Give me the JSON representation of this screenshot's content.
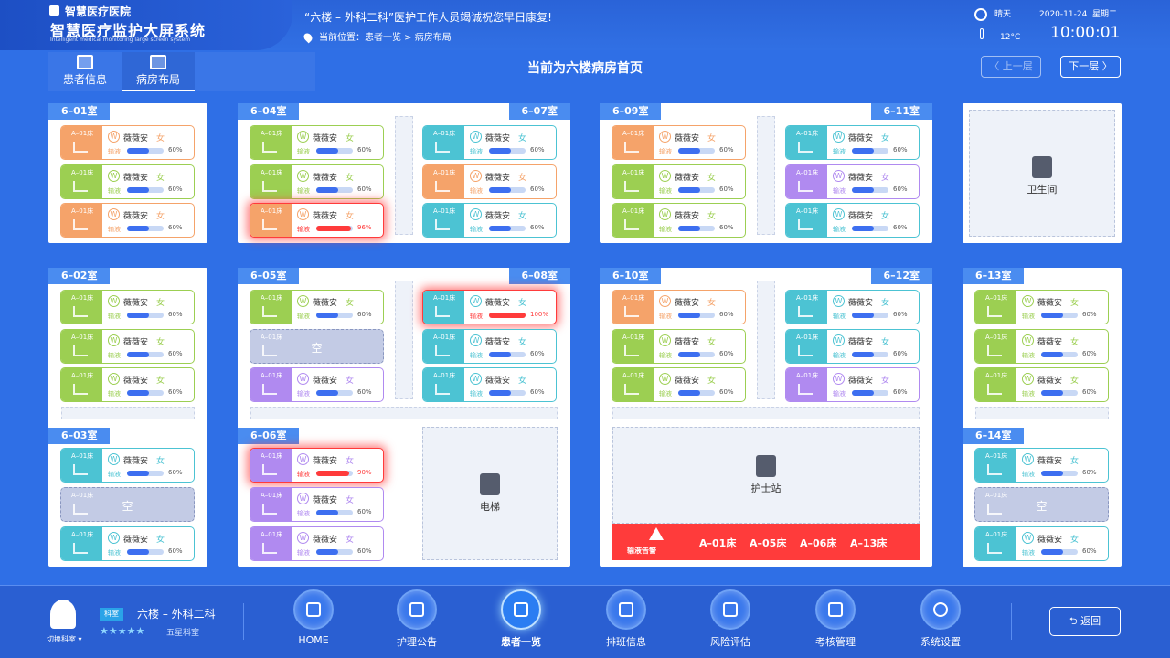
{
  "header": {
    "hospital": "智慧医疗医院",
    "system": "智慧医疗监护大屏系统",
    "system_en": "Intelligent medical monitoring large screen system",
    "notice": "“六楼 – 外科二科”医护工作人员竭诚祝您早日康复!",
    "location": "当前位置：患者一览 > 病房布局",
    "weather": "晴天",
    "temperature": "12°C",
    "date": "2020-11-24",
    "weekday": "星期二",
    "time": "10:00:01"
  },
  "tabs": [
    {
      "label": "患者信息"
    },
    {
      "label": "病房布局"
    }
  ],
  "page_title": "当前为六楼病房首页",
  "nav": {
    "prev": "〈 上一层",
    "next": "下一层 〉"
  },
  "colors": {
    "orange": "#f5a36a",
    "green": "#9ccf52",
    "blue": "#4cc3d3",
    "purple": "#b08af0",
    "alert": "#ff3b3b",
    "label": "#4a8cf0"
  },
  "rooms": {
    "r601": "6–01室",
    "r602": "6–02室",
    "r603": "6–03室",
    "r604": "6–04室",
    "r605": "6–05室",
    "r606": "6–06室",
    "r607": "6–07室",
    "r608": "6–08室",
    "r609": "6–09室",
    "r610": "6–10室",
    "r611": "6–11室",
    "r612": "6–12室",
    "r613": "6–13室",
    "r614": "6–14室"
  },
  "bed_defaults": {
    "bed": "A–01床",
    "badge": "W",
    "name": "薇薇安",
    "sex": "女",
    "label": "输液",
    "pct": "60%"
  },
  "pct_alert": {
    "p96": "96%",
    "p100": "100%",
    "p90": "90%"
  },
  "empty_label": "空",
  "facilities": {
    "restroom": "卫生间",
    "elevator": "电梯",
    "nurse": "护士站"
  },
  "alert": {
    "title": "输液告警",
    "beds": [
      "A–01床",
      "A–05床",
      "A–06床",
      "A–13床"
    ]
  },
  "footer": {
    "switch": "切换科室",
    "tag": "科室",
    "dept": "六楼 – 外科二科",
    "stars": "★★★★★",
    "star_label": "五星科室",
    "back": "返回"
  },
  "menu": [
    {
      "label": "HOME"
    },
    {
      "label": "护理公告"
    },
    {
      "label": "患者一览"
    },
    {
      "label": "排班信息"
    },
    {
      "label": "风险评估"
    },
    {
      "label": "考核管理"
    },
    {
      "label": "系统设置"
    }
  ]
}
